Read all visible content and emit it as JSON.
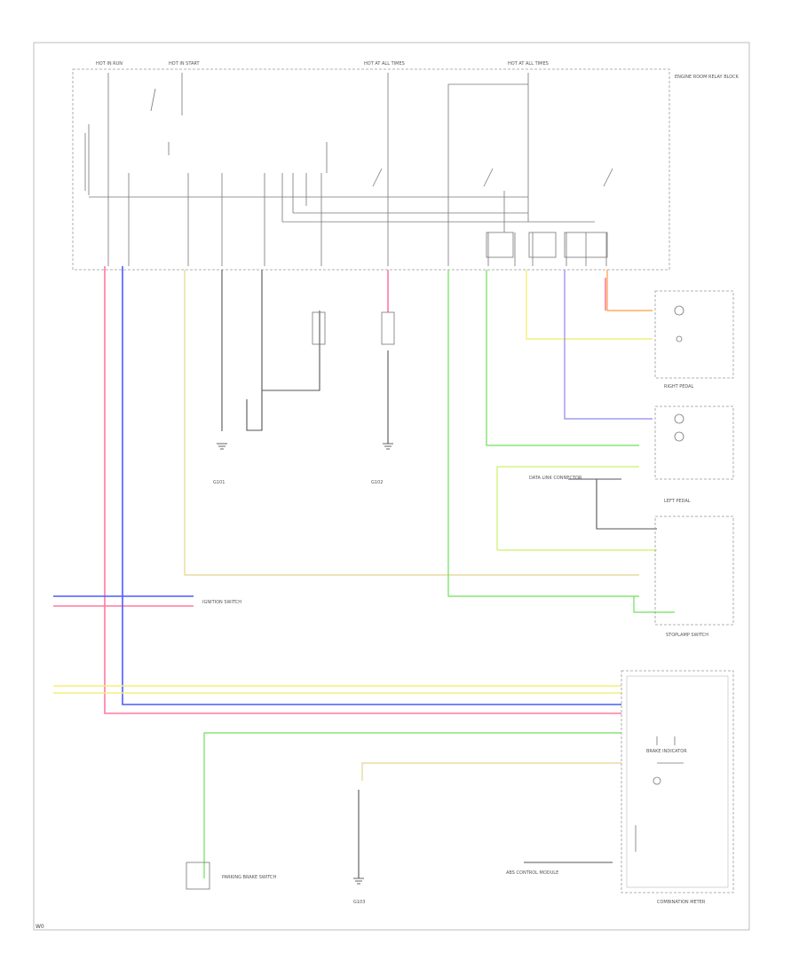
{
  "footer_code": "W0",
  "labels": {
    "hot_run_1": "HOT IN RUN",
    "hot_start": "HOT IN START",
    "hot_all_1": "HOT AT ALL TIMES",
    "hot_all_2": "HOT AT ALL TIMES",
    "relay_block": "ENGINE ROOM RELAY BLOCK",
    "ignition_switch": "IGNITION SWITCH",
    "combination_meter": "COMBINATION METER",
    "right_pedal": "RIGHT PEDAL",
    "left_pedal": "LEFT PEDAL",
    "stoplamp_switch": "STOPLAMP SWITCH",
    "brake_indicator": "BRAKE INDICATOR",
    "parking_brake": "PARKING BRAKE SWITCH",
    "ground_1": "G101",
    "ground_2": "G102",
    "ground_3": "G103",
    "data_link": "DATA LINK CONNECTOR",
    "abs_module": "ABS CONTROL MODULE"
  },
  "wire_colors": {
    "pink": "#ff7aa0",
    "blue": "#4a5cff",
    "yellow": "#f4ef7a",
    "green": "#6ee05a",
    "lightgreen": "#c9f06a",
    "tan": "#e2d48e",
    "gray": "#555555",
    "orange": "#ff9a3c",
    "violet": "#8e86f0"
  }
}
